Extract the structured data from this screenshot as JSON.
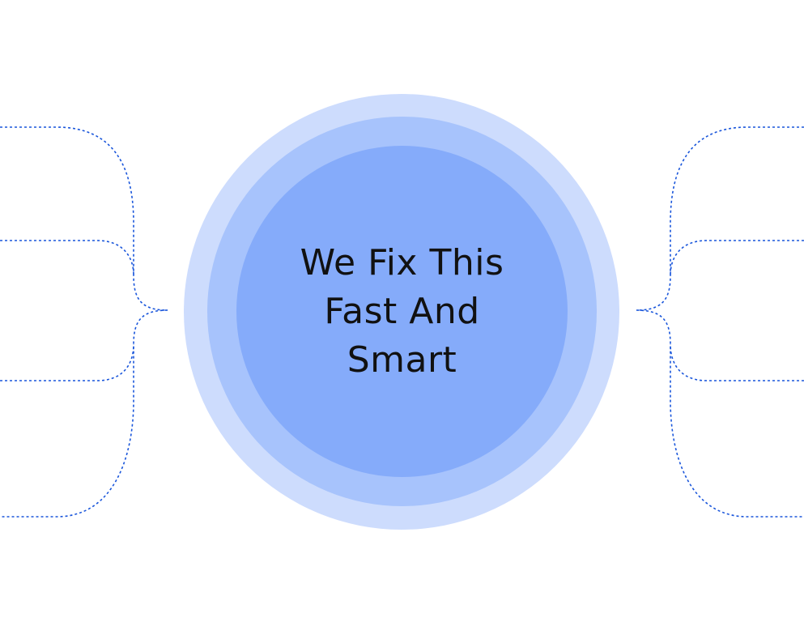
{
  "center": {
    "lines": [
      "We Fix This",
      "Fast And",
      "Smart"
    ]
  },
  "colors": {
    "ring_outer": "#cddcfd",
    "ring_middle": "#a7c3fc",
    "ring_inner": "#85abfa",
    "connector": "#1a56db",
    "text": "#111111"
  }
}
